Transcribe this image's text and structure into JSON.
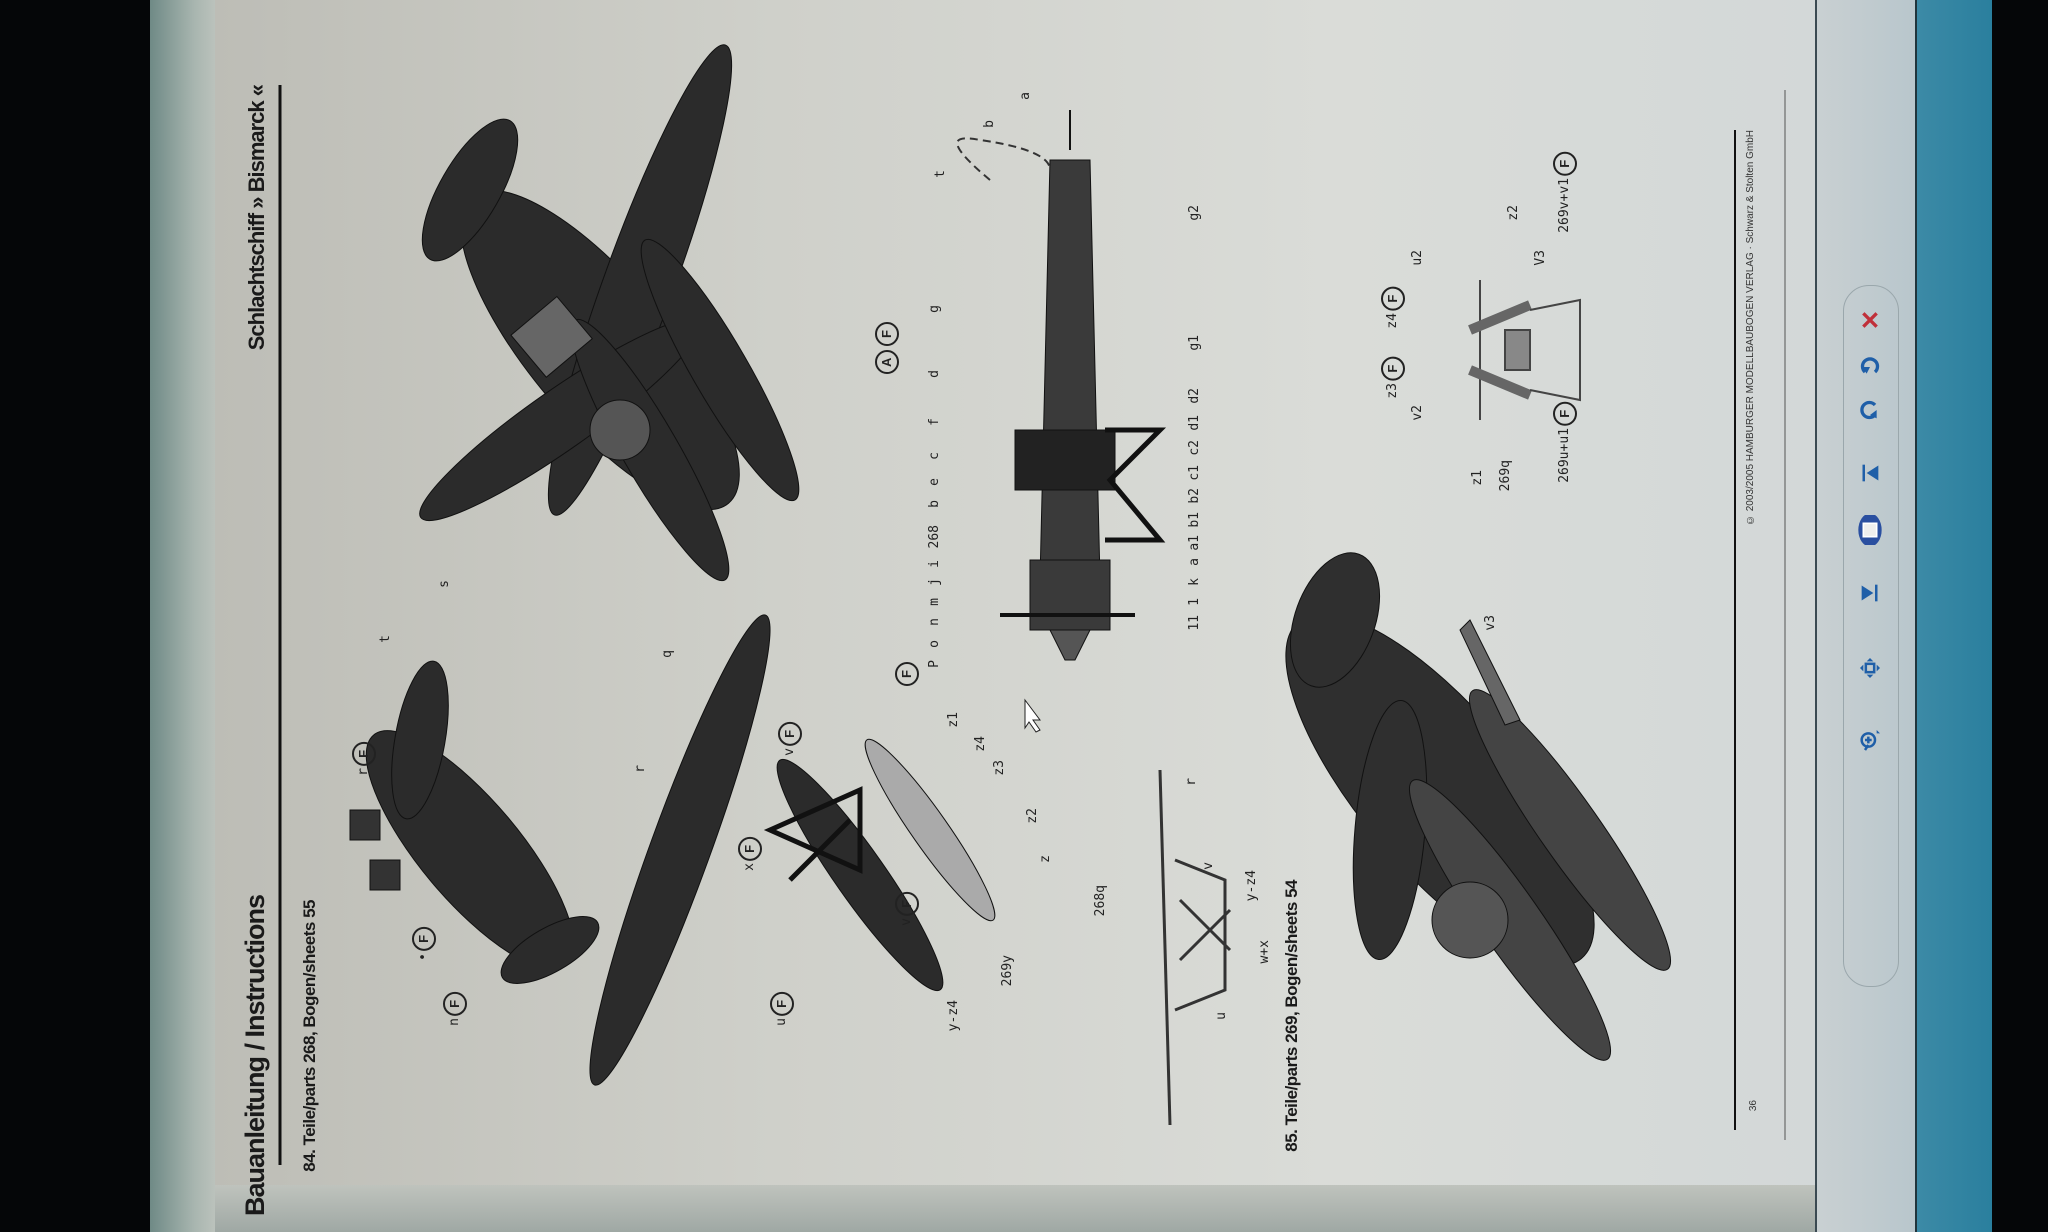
{
  "document": {
    "title": "Bauanleitung / Instructions",
    "header_right": "Schlachtschiff » Bismarck «",
    "step_84": "84. Teile/parts 268, Bogen/sheets 55",
    "step_85": "85. Teile/parts 269, Bogen/sheets 54",
    "copyright": "© 2003/2005 HAMBURGER MODELLBAUBOGEN VERLAG · Schwarz & Stolten GmbH",
    "page_number": "36"
  },
  "labels_84_exploded": [
    "r",
    "•",
    "n",
    "t",
    "s",
    "q",
    "r",
    "x",
    "v",
    "v",
    "u",
    "y-z4",
    "269y",
    "z1",
    "z4",
    "z3",
    "z2",
    "z"
  ],
  "labels_84_exploded_circled": [
    true,
    true,
    true,
    false,
    false,
    false,
    false,
    true,
    true,
    true,
    true,
    false,
    false,
    false,
    false,
    false,
    false,
    false
  ],
  "labels_84_front": [
    "268q",
    "r",
    "v",
    "y-z4",
    "w+x",
    "u"
  ],
  "labels_fuselage_left": [
    "P",
    "o",
    "n",
    "m",
    "j",
    "i",
    "268",
    "b",
    "e",
    "c",
    "f",
    "d",
    "g"
  ],
  "labels_fuselage_right": [
    "11",
    "1",
    "k",
    "a",
    "a1",
    "b1",
    "b2",
    "c1",
    "c2",
    "d1",
    "d2",
    "g1",
    "g2"
  ],
  "labels_fuselage_top": [
    "t",
    "b",
    "a"
  ],
  "marker_fuselage": "F",
  "marker_fuselage_af": "AF",
  "labels_85": [
    "v3",
    "z1",
    "269q",
    "269u+u1",
    "v2",
    "z3",
    "z4",
    "u2",
    "V3",
    "z2",
    "269v+v1"
  ],
  "labels_85_circled": [
    false,
    false,
    false,
    true,
    false,
    true,
    true,
    false,
    false,
    false,
    true
  ],
  "circle_letter": "F",
  "viewer_toolbar": [
    {
      "name": "delete",
      "icon": "delete-icon",
      "color": "#c0303a"
    },
    {
      "name": "rotate-clockwise",
      "icon": "rotate-clockwise-icon",
      "color": "#1f5fa8"
    },
    {
      "name": "rotate-counterclockwise",
      "icon": "rotate-counterclockwise-icon",
      "color": "#1f5fa8"
    },
    {
      "name": "next",
      "icon": "next-icon",
      "color": "#1f5fa8"
    },
    {
      "name": "slideshow",
      "icon": "slideshow-icon",
      "color": "#2a4fa0"
    },
    {
      "name": "previous",
      "icon": "previous-icon",
      "color": "#1f5fa8"
    },
    {
      "name": "actual-size",
      "icon": "actual-size-icon",
      "color": "#1f5fa8"
    },
    {
      "name": "zoom",
      "icon": "zoom-icon",
      "color": "#1f5fa8"
    }
  ]
}
